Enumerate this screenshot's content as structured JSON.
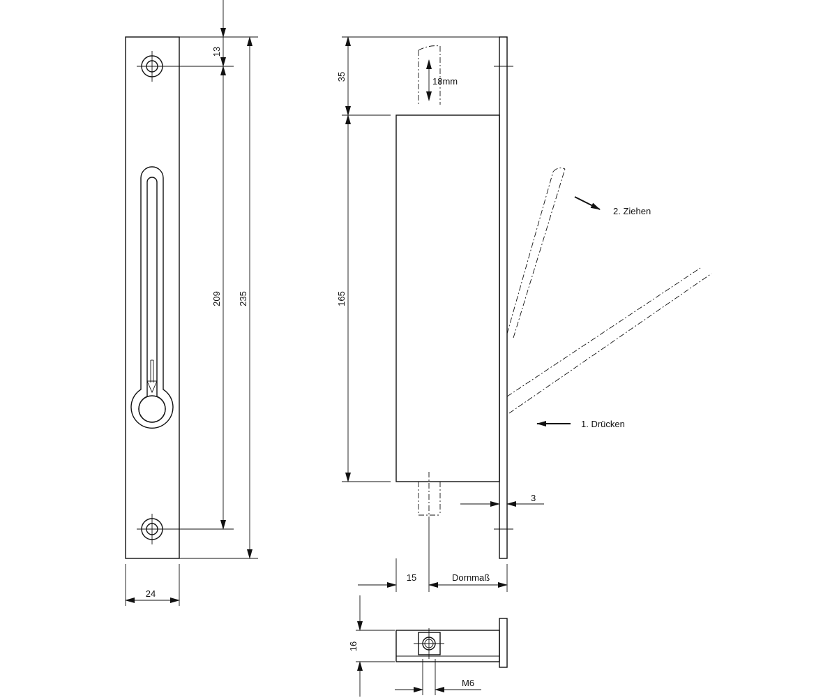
{
  "dimensions": {
    "plate_top_offset": "13",
    "hole_spacing": "209",
    "plate_length": "235",
    "plate_width": "24",
    "bolt_above_case": "35",
    "case_height": "165",
    "bolt_travel": "18mm",
    "faceplate_thickness": "3",
    "bolt_offset": "15",
    "backset": "Dornmaß",
    "case_depth": "16",
    "thread": "M6"
  },
  "instructions": {
    "step1": "1. Drücken",
    "step2": "2. Ziehen"
  }
}
